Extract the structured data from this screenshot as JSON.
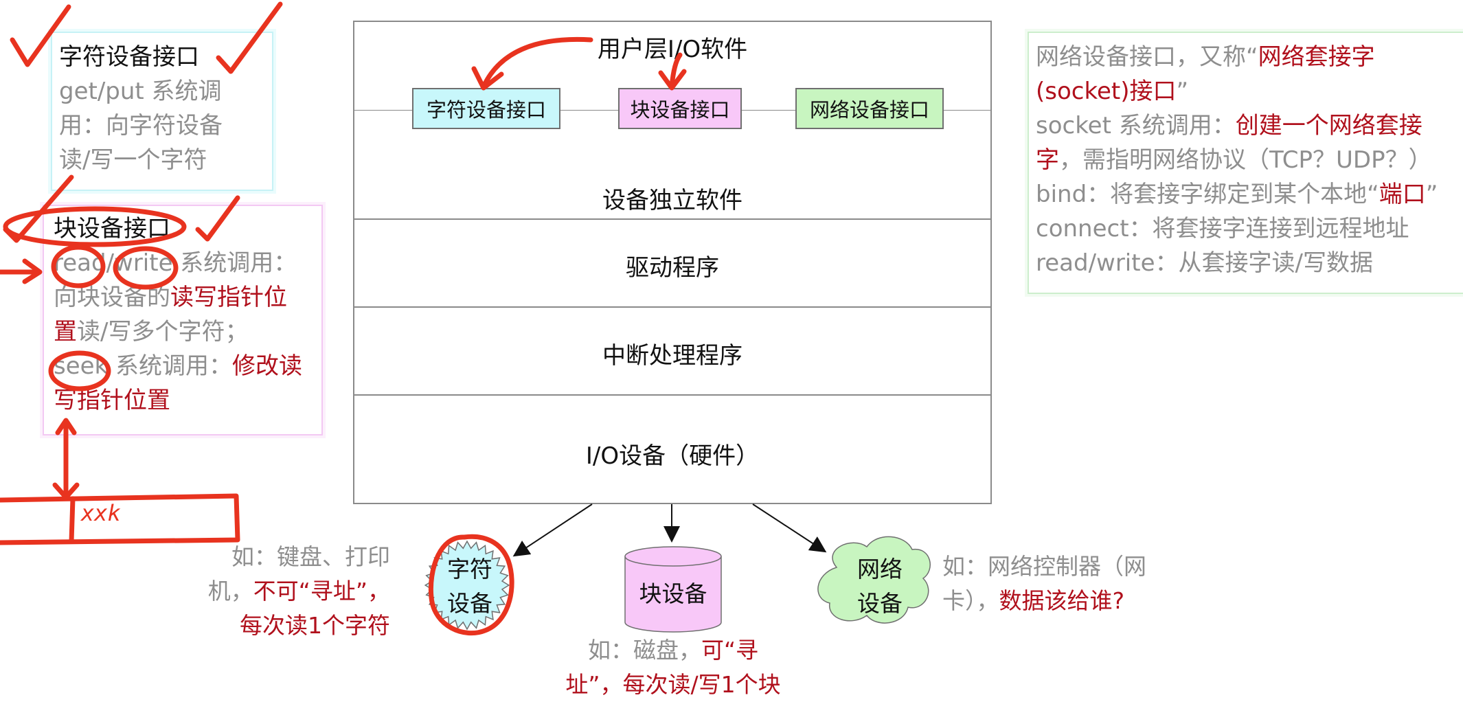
{
  "diagram": {
    "user_layer_title": "用户层I/O软件",
    "interfaces": [
      {
        "label": "字符设备接口",
        "fill": "#c8f7fb"
      },
      {
        "label": "块设备接口",
        "fill": "#f8c8f8"
      },
      {
        "label": "网络设备接口",
        "fill": "#c8f5c0"
      }
    ],
    "layers": [
      "设备独立软件",
      "驱动程序",
      "中断处理程序",
      "I/O设备（硬件）"
    ],
    "devices": {
      "char": "字符\n设备",
      "block": "块设备",
      "network": "网络\n设备"
    }
  },
  "notes": {
    "char": {
      "title": "字符设备接口",
      "body": [
        "get/put 系统调",
        "用：向字符设备",
        "读/写一个字符"
      ]
    },
    "block": {
      "title": "块设备接口",
      "line1": "read/write 系统调用：",
      "line2_gray": "向块设备的",
      "line2_red": "读写指针位",
      "line3_red": "置",
      "line3_gray": "读/写多个字符；",
      "line4_gray": "seek 系统调用：",
      "line4_red": "修改读",
      "line5_red": "写指针位置"
    },
    "network": {
      "l1_gray": "网络设备接口，又称“",
      "l1_red": "网络套接字",
      "l2_red": "(socket)接口",
      "l2_gray": "”",
      "l3_gray": "socket 系统调用：",
      "l3_red": "创建一个网络套接",
      "l4_red": "字",
      "l4_gray": "，需指明网络协议（TCP？UDP？）",
      "l5_gray": "bind：将套接字绑定到某个本地“",
      "l5_red": "端口",
      "l5_gray2": "”",
      "l6": "connect：将套接字连接到远程地址",
      "l7": "read/write：从套接字读/写数据"
    }
  },
  "captions": {
    "char": {
      "l1": "如：键盘、打印",
      "l2_gray": "机，",
      "l2_red": "不可“寻址”，",
      "l3_red": "每次读1个字符"
    },
    "block": {
      "l1_gray": "如：磁盘，",
      "l1_red": "可“寻",
      "l2_red": "址”，每次读/写1个块"
    },
    "network": {
      "l1": "如：网络控制器（网",
      "l2_gray": "卡），",
      "l2_red": "数据该给谁?"
    }
  },
  "annotation": {
    "handwritten": "xxk"
  },
  "colors": {
    "red": "#b0101c",
    "gray": "#8e8e8e",
    "ink": "#e8331f"
  }
}
